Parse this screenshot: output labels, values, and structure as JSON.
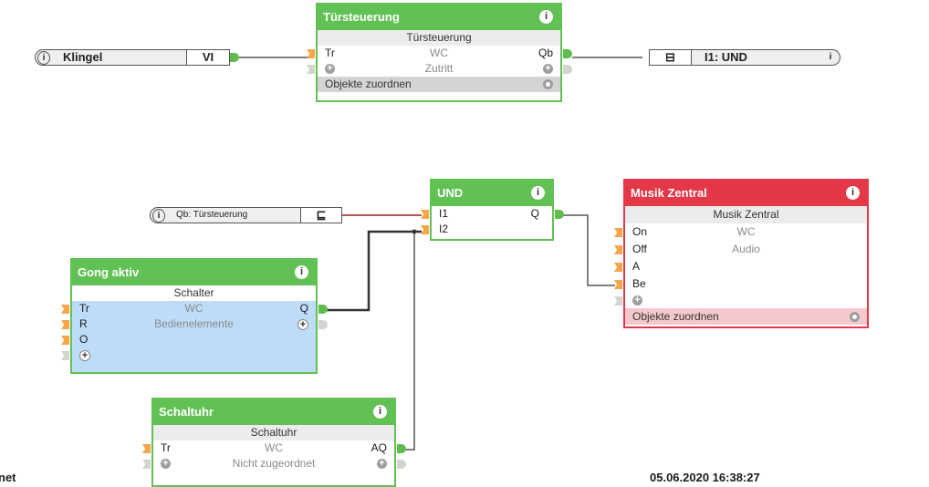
{
  "connectors": {
    "klingel": {
      "label": "Klingel",
      "value": "VI",
      "icon": "info-icon"
    },
    "i1_und": {
      "label": "I1: UND",
      "icon": "output-icon"
    },
    "qb_tuersteuerung": {
      "label": "Qb: Türsteuerung",
      "icon": "input-icon"
    }
  },
  "blocks": {
    "tuersteuerung": {
      "header": "Türsteuerung",
      "type": "Türsteuerung",
      "inputs": [
        "Tr"
      ],
      "outputs": [
        "Qb"
      ],
      "room": "WC",
      "group": "Zutritt",
      "footer": "Objekte zuordnen",
      "color": "#62c154"
    },
    "und": {
      "header": "UND",
      "inputs": [
        "I1",
        "I2"
      ],
      "outputs": [
        "Q"
      ],
      "color": "#62c154"
    },
    "musik_zentral": {
      "header": "Musik Zentral",
      "type": "Musik Zentral",
      "inputs": [
        "On",
        "Off",
        "A",
        "Be"
      ],
      "room": "WC",
      "group": "Audio",
      "footer": "Objekte zuordnen",
      "color": "#e33848"
    },
    "gong_aktiv": {
      "header": "Gong aktiv",
      "type": "Schalter",
      "inputs": [
        "Tr",
        "R",
        "O"
      ],
      "outputs": [
        "Q"
      ],
      "room": "WC",
      "group": "Bedienelemente",
      "color": "#62c154"
    },
    "schaltuhr": {
      "header": "Schaltuhr",
      "type": "Schaltuhr",
      "inputs": [
        "Tr"
      ],
      "outputs": [
        "AQ"
      ],
      "room": "WC",
      "group": "Nicht zugeordnet",
      "color": "#62c154"
    }
  },
  "footer": {
    "left_text": "net",
    "timestamp": "05.06.2020 16:38:27"
  }
}
